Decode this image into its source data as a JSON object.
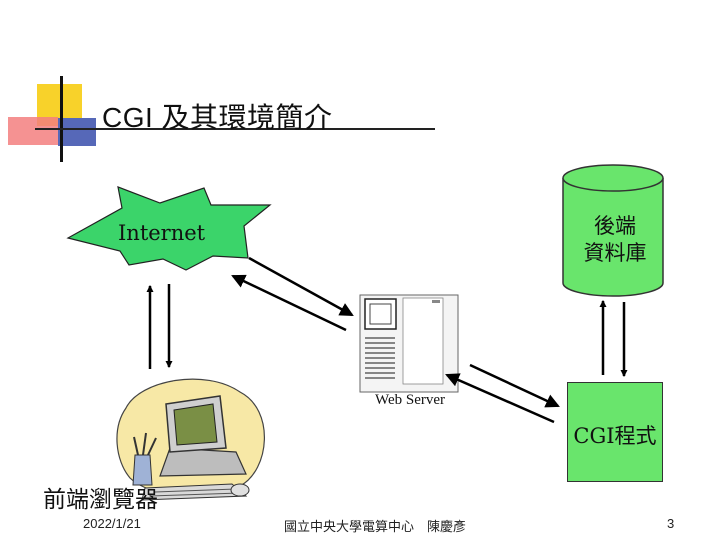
{
  "slide": {
    "title": "CGI 及其環境簡介"
  },
  "diagram": {
    "internet_label": "Internet",
    "database_label_line1": "後端",
    "database_label_line2": "資料庫",
    "webserver_label": "Web Server",
    "cgi_label": "CGI程式",
    "browser_label": "前端瀏覽器"
  },
  "footer": {
    "date": "2022/1/21",
    "organization": "國立中央大學電算中心　陳慶彥",
    "page_number": "3"
  },
  "colors": {
    "database": "#69e56c",
    "cgi_box": "#69e56c",
    "internet_burst": "#3bd46a",
    "title_yellow": "#f8d22a",
    "title_red": "#f37f7f",
    "title_blue": "#5668b8"
  }
}
